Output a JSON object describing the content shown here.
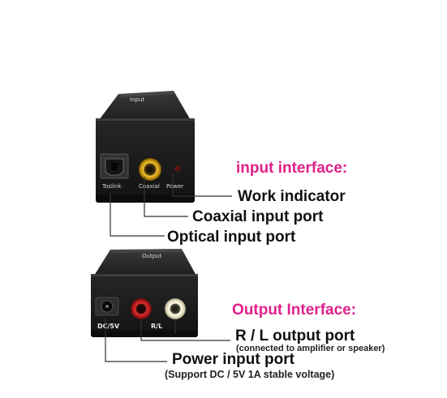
{
  "colors": {
    "accent": "#e0218a",
    "device": "#1c1c1c",
    "text": "#111111"
  },
  "input_device": {
    "top_label": "Input",
    "port_labels": {
      "toslink": "Toslink",
      "coaxial": "Coaxial",
      "power": "Power"
    }
  },
  "output_device": {
    "top_label": "Output",
    "port_labels": {
      "dc": "DC/5V",
      "rl": "R/L"
    }
  },
  "input_section": {
    "heading": "input interface:",
    "callouts": {
      "work_indicator": "Work indicator",
      "coaxial_port": "Coaxial input port",
      "optical_port": "Optical input port"
    }
  },
  "output_section": {
    "heading": "Output Interface:",
    "callouts": {
      "rl_port": "R / L output port",
      "rl_note": "(connected to amplifier or speaker)",
      "power_port": "Power input port",
      "power_note": "(Support DC / 5V 1A stable voltage)"
    }
  }
}
